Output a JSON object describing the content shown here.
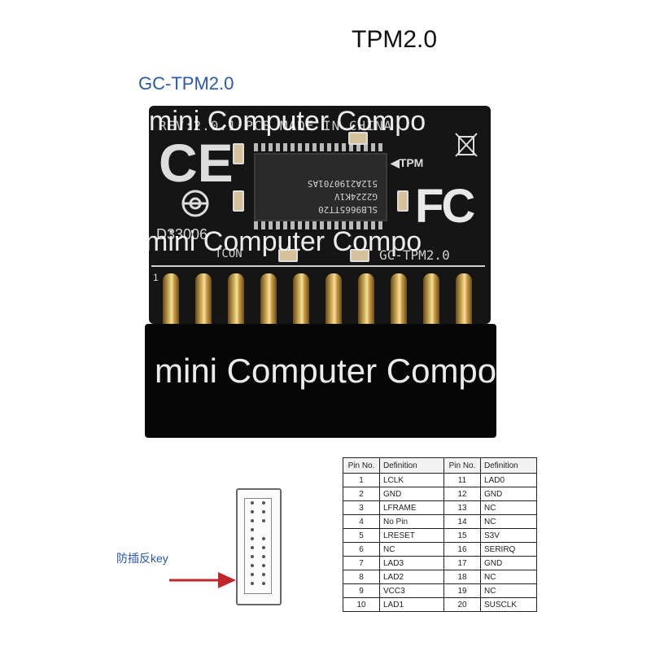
{
  "title": "TPM2.0",
  "subtitle": "GC-TPM2.0",
  "board": {
    "top_silk": "REV:2.0.1  PCB MADE IN CHINA",
    "tpm_marker": "◀TPM",
    "chip_line1": "SLB9665TT20",
    "chip_line2": "G2224K1V",
    "chip_line3": "512A2190701AS",
    "d3006": "D33006",
    "tcon": "TCON",
    "gc_small": "GC-TPM2.0",
    "pin1": "1",
    "ce_mark": "CE",
    "fc_mark": "FC"
  },
  "watermark": "mini Computer Compo",
  "key_label": "防插反key",
  "pinout": {
    "headers": [
      "Pin No.",
      "Definition",
      "Pin No.",
      "Definition"
    ],
    "rows": [
      [
        "1",
        "LCLK",
        "11",
        "LAD0"
      ],
      [
        "2",
        "GND",
        "12",
        "GND"
      ],
      [
        "3",
        "LFRAME",
        "13",
        "NC"
      ],
      [
        "4",
        "No Pin",
        "14",
        "NC"
      ],
      [
        "5",
        "LRESET",
        "15",
        "S3V"
      ],
      [
        "6",
        "NC",
        "16",
        "SERIRQ"
      ],
      [
        "7",
        "LAD3",
        "17",
        "GND"
      ],
      [
        "8",
        "LAD2",
        "18",
        "NC"
      ],
      [
        "9",
        "VCC3",
        "19",
        "NC"
      ],
      [
        "10",
        "LAD1",
        "20",
        "SUSCLK"
      ]
    ]
  },
  "colors": {
    "subtitle": "#2a5aa8",
    "arrow": "#c0272d",
    "board": "#151515"
  }
}
